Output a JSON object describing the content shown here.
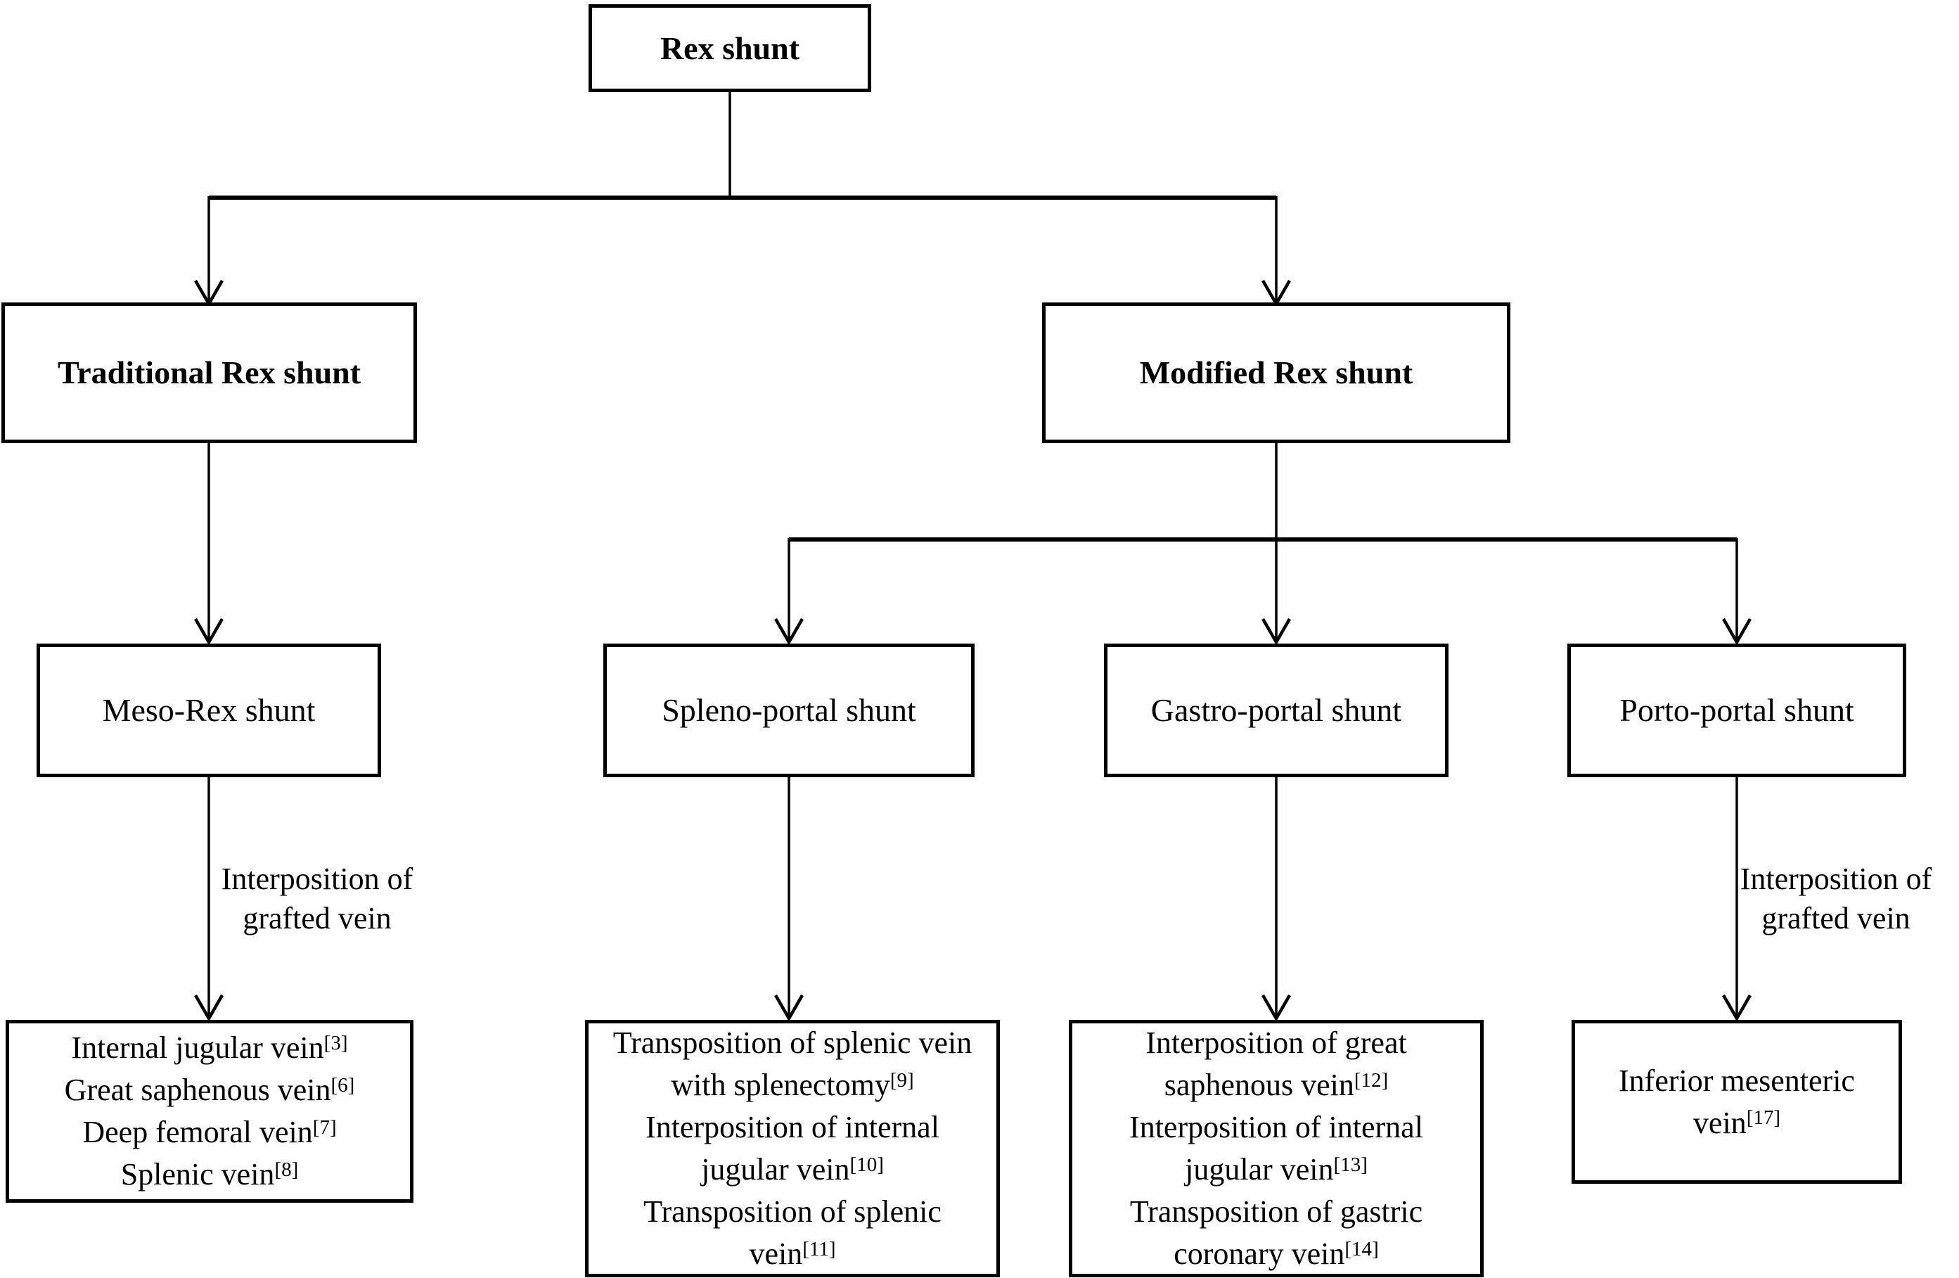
{
  "nodes": {
    "rex": {
      "label": "Rex shunt"
    },
    "traditional": {
      "label": "Traditional Rex shunt"
    },
    "modified": {
      "label": "Modified Rex shunt"
    },
    "meso": {
      "label": "Meso-Rex shunt"
    },
    "spleno": {
      "label": "Spleno-portal shunt"
    },
    "gastro": {
      "label": "Gastro-portal shunt"
    },
    "porto": {
      "label": "Porto-portal shunt"
    }
  },
  "edge_labels": {
    "meso_branch": {
      "line1": "Interposition of",
      "line2": "grafted vein"
    },
    "porto_branch": {
      "line1": "Interposition of",
      "line2": "grafted vein"
    }
  },
  "leaves": {
    "meso": [
      {
        "text": "Internal jugular vein",
        "ref": "[3]"
      },
      {
        "text": "Great saphenous vein",
        "ref": "[6]"
      },
      {
        "text": "Deep femoral vein",
        "ref": "[7]"
      },
      {
        "text": "Splenic vein",
        "ref": "[8]"
      }
    ],
    "spleno": [
      {
        "text": "Transposition of splenic vein with splenectomy",
        "ref": "[9]"
      },
      {
        "text": "Interposition of internal jugular vein",
        "ref": "[10]"
      },
      {
        "text": "Transposition of splenic vein",
        "ref": "[11]"
      }
    ],
    "gastro": [
      {
        "text": "Interposition of great saphenous vein",
        "ref": "[12]"
      },
      {
        "text": "Interposition of internal jugular vein",
        "ref": "[13]"
      },
      {
        "text": "Transposition of gastric coronary vein",
        "ref": "[14]"
      }
    ],
    "porto": [
      {
        "text": "Inferior mesenteric vein",
        "ref": "[17]"
      }
    ]
  },
  "colors": {
    "line": "#000000",
    "box_border": "#000000",
    "box_fill": "#ffffff",
    "text": "#000000",
    "background": "#ffffff"
  }
}
